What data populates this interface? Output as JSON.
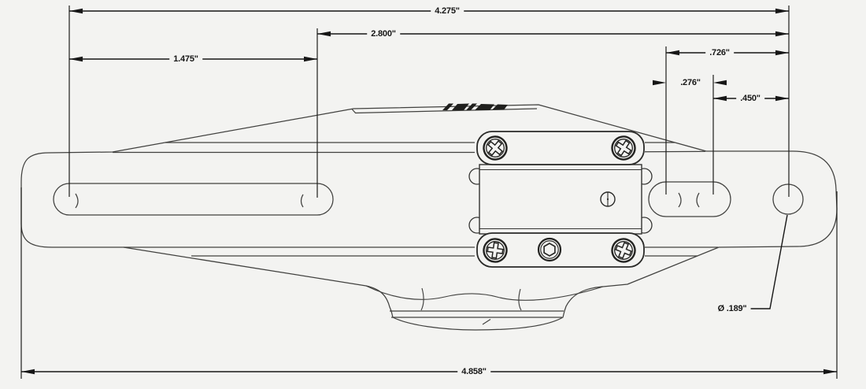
{
  "drawing": {
    "title": "bracket-dimension-drawing",
    "dimensions": {
      "top_overall": "4.275\"",
      "top_to_right_edge": "2.800\"",
      "left_slot": "1.475\"",
      "right_cluster_outer": ".726\"",
      "right_slot_centers": ".276\"",
      "slot_to_hole": ".450\"",
      "hole_diameter": "Ø .189\"",
      "bottom_overall": "4.858\""
    },
    "colors": {
      "background": "#f3f3f1",
      "dimension_ink": "#1b1b1b",
      "body_line": "#41413f"
    }
  }
}
